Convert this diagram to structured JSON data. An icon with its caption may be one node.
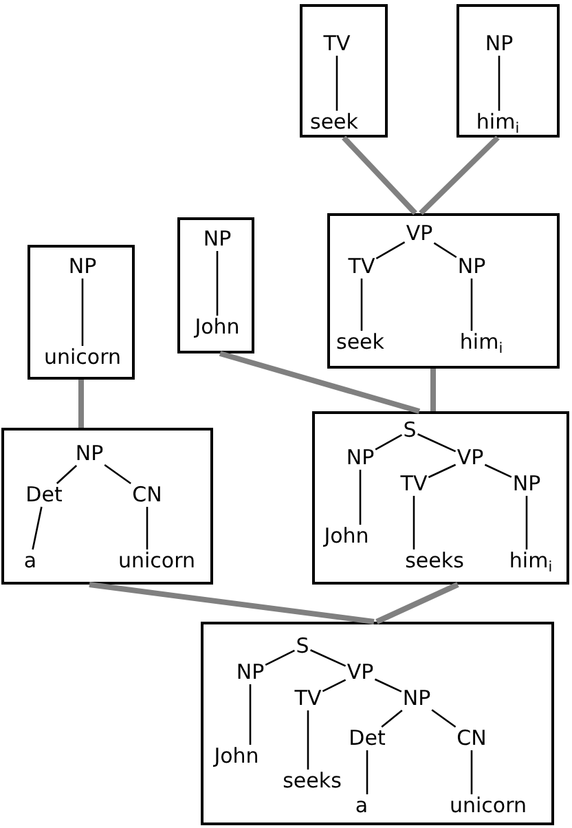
{
  "diagram": {
    "nodes": [
      {
        "text": [],
        "shape": "box"
      },
      {
        "text": [
          "TV"
        ],
        "in": 0
      },
      {
        "text": [
          "seek"
        ],
        "in": 0
      },
      {
        "text": [],
        "shape": "box"
      },
      {
        "text": [
          "NP"
        ],
        "in": 3
      },
      {
        "text": [
          "him$_{i}$"
        ],
        "in": 3
      },
      {
        "text": [],
        "shape": "box"
      },
      {
        "text": [
          "NP"
        ],
        "in": 6
      },
      {
        "text": [
          "unicorn"
        ],
        "in": 6
      },
      {
        "text": [],
        "shape": "box"
      },
      {
        "text": [
          "NP"
        ],
        "in": 9
      },
      {
        "text": [
          "John"
        ],
        "in": 9
      },
      {
        "text": [],
        "shape": "box"
      },
      {
        "text": [
          "VP"
        ],
        "in": 12
      },
      {
        "text": [
          "TV"
        ],
        "in": 12
      },
      {
        "text": [
          "NP"
        ],
        "in": 12
      },
      {
        "text": [
          "seek"
        ],
        "in": 12
      },
      {
        "text": [
          "him$_{i}$"
        ],
        "in": 12
      },
      {
        "text": [],
        "shape": "box"
      },
      {
        "text": [
          "NP"
        ],
        "in": 18
      },
      {
        "text": [
          "Det"
        ],
        "in": 18
      },
      {
        "text": [
          "CN"
        ],
        "in": 18
      },
      {
        "text": [
          "a"
        ],
        "in": 18
      },
      {
        "text": [
          "unicorn"
        ],
        "in": 18
      },
      {
        "text": [],
        "shape": "box"
      },
      {
        "text": [
          "S"
        ],
        "in": 24
      },
      {
        "text": [
          "NP"
        ],
        "in": 24
      },
      {
        "text": [
          "VP"
        ],
        "in": 24
      },
      {
        "text": [
          "TV"
        ],
        "in": 24
      },
      {
        "text": [
          "NP"
        ],
        "in": 24
      },
      {
        "text": [
          "John"
        ],
        "in": 24
      },
      {
        "text": [
          "seeks"
        ],
        "in": 24
      },
      {
        "text": [
          "him$_{i}$"
        ],
        "in": 24
      },
      {
        "text": [],
        "shape": "box"
      },
      {
        "text": [
          "S"
        ],
        "in": 33
      },
      {
        "text": [
          "NP"
        ],
        "in": 33
      },
      {
        "text": [
          "VP"
        ],
        "in": 33
      },
      {
        "text": [
          "TV"
        ],
        "in": 33
      },
      {
        "text": [
          "NP"
        ],
        "in": 33
      },
      {
        "text": [
          "Det"
        ],
        "in": 33
      },
      {
        "text": [
          "CN"
        ],
        "in": 33
      },
      {
        "text": [
          "John"
        ],
        "in": 33
      },
      {
        "text": [
          "seeks"
        ],
        "in": 33
      },
      {
        "text": [
          "a"
        ],
        "in": 33
      },
      {
        "text": [
          "unicorn"
        ],
        "in": 33
      }
    ],
    "edges": [
      {
        "from": 1,
        "to": 2,
        "arrow": "none"
      },
      {
        "from": 4,
        "to": 5,
        "arrow": "none"
      },
      {
        "from": 0,
        "to": 12,
        "arrow": "none",
        "style": "thick",
        "color": "#808080"
      },
      {
        "from": 3,
        "to": 12,
        "arrow": "none",
        "style": "thick",
        "color": "#808080"
      },
      {
        "from": 7,
        "to": 8,
        "arrow": "none"
      },
      {
        "from": 10,
        "to": 11,
        "arrow": "none"
      },
      {
        "from": 13,
        "to": 14,
        "arrow": "none"
      },
      {
        "from": 13,
        "to": 15,
        "arrow": "none"
      },
      {
        "from": 14,
        "to": 16,
        "arrow": "none"
      },
      {
        "from": 15,
        "to": 17,
        "arrow": "none"
      },
      {
        "from": 6,
        "to": 18,
        "arrow": "none",
        "style": "thick",
        "color": "#808080"
      },
      {
        "from": 9,
        "to": 24,
        "arrow": "none",
        "style": "thick",
        "color": "#808080"
      },
      {
        "from": 12,
        "to": 24,
        "arrow": "none",
        "style": "thick",
        "color": "#808080"
      },
      {
        "from": 19,
        "to": 20,
        "arrow": "none"
      },
      {
        "from": 19,
        "to": 21,
        "arrow": "none"
      },
      {
        "from": 20,
        "to": 22,
        "arrow": "none"
      },
      {
        "from": 21,
        "to": 23,
        "arrow": "none"
      },
      {
        "from": 25,
        "to": 26,
        "arrow": "none"
      },
      {
        "from": 25,
        "to": 27,
        "arrow": "none"
      },
      {
        "from": 26,
        "to": 30,
        "arrow": "none"
      },
      {
        "from": 27,
        "to": 28,
        "arrow": "none"
      },
      {
        "from": 27,
        "to": 29,
        "arrow": "none"
      },
      {
        "from": 28,
        "to": 31,
        "arrow": "none"
      },
      {
        "from": 29,
        "to": 32,
        "arrow": "none"
      },
      {
        "from": 18,
        "to": 33,
        "arrow": "none",
        "style": "thick",
        "color": "#808080"
      },
      {
        "from": 24,
        "to": 33,
        "arrow": "none",
        "style": "thick",
        "color": "#808080"
      },
      {
        "from": 34,
        "to": 35,
        "arrow": "none"
      },
      {
        "from": 34,
        "to": 36,
        "arrow": "none"
      },
      {
        "from": 35,
        "to": 41,
        "arrow": "none"
      },
      {
        "from": 36,
        "to": 37,
        "arrow": "none"
      },
      {
        "from": 36,
        "to": 38,
        "arrow": "none"
      },
      {
        "from": 37,
        "to": 42,
        "arrow": "none"
      },
      {
        "from": 38,
        "to": 39,
        "arrow": "none"
      },
      {
        "from": 38,
        "to": 40,
        "arrow": "none"
      },
      {
        "from": 39,
        "to": 43,
        "arrow": "none"
      },
      {
        "from": 40,
        "to": 44,
        "arrow": "none"
      }
    ]
  }
}
